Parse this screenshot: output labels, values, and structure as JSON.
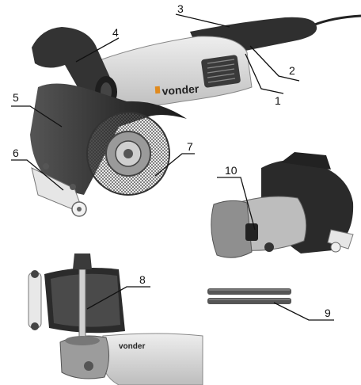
{
  "figure": {
    "product_logo": "vonder",
    "callouts": [
      {
        "id": "1",
        "label": "1"
      },
      {
        "id": "2",
        "label": "2"
      },
      {
        "id": "3",
        "label": "3"
      },
      {
        "id": "4",
        "label": "4"
      },
      {
        "id": "5",
        "label": "5"
      },
      {
        "id": "6",
        "label": "6"
      },
      {
        "id": "7",
        "label": "7"
      },
      {
        "id": "8",
        "label": "8"
      },
      {
        "id": "9",
        "label": "9"
      },
      {
        "id": "10",
        "label": "10"
      }
    ]
  },
  "colors": {
    "body_gray": "#d9d9d9",
    "dark_gray": "#3a3a3a",
    "guard": "#2b2b2b",
    "accent_orange": "#e08a1e",
    "line": "#111111"
  }
}
